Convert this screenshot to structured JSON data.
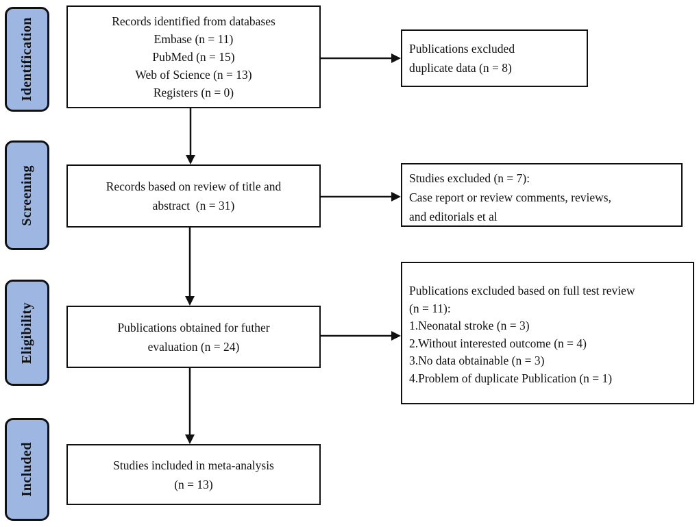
{
  "diagram_type": "prisma-flow",
  "colors": {
    "stage_fill": "#9db6e2",
    "line": "#111111",
    "box_background": "#ffffff"
  },
  "stages": [
    {
      "label": "Identification"
    },
    {
      "label": "Screening"
    },
    {
      "label": "Eligibility"
    },
    {
      "label": "Included"
    }
  ],
  "main_boxes": [
    {
      "id": "records-identified",
      "lines": [
        "Records identified from databases",
        "Embase (n = 11)",
        "PubMed (n = 15)",
        "Web of Science (n = 13)",
        "Registers (n = 0)"
      ]
    },
    {
      "id": "records-title-abstract",
      "lines": [
        "Records based on review of title and",
        "abstract  (n = 31)"
      ]
    },
    {
      "id": "publications-full-evaluation",
      "lines": [
        "Publications obtained for futher",
        "evaluation (n = 24)"
      ]
    },
    {
      "id": "studies-meta-analysis",
      "lines": [
        "Studies included in meta-analysis",
        "(n = 13)"
      ]
    }
  ],
  "exclusion_boxes": [
    {
      "id": "excluded-duplicates",
      "lines": [
        "Publications excluded",
        "duplicate data (n = 8)"
      ]
    },
    {
      "id": "excluded-after-screening",
      "lines": [
        "Studies excluded (n = 7):",
        "Case report or review comments, reviews,",
        "and editorials et al"
      ]
    },
    {
      "id": "excluded-after-full-text",
      "lines": [
        "Publications excluded based on full test review",
        "(n = 11):",
        "1.Neonatal stroke (n = 3)",
        "2.Without interested outcome (n = 4)",
        "3.No data obtainable (n = 3)",
        "4.Problem of duplicate Publication (n = 1)"
      ]
    }
  ]
}
